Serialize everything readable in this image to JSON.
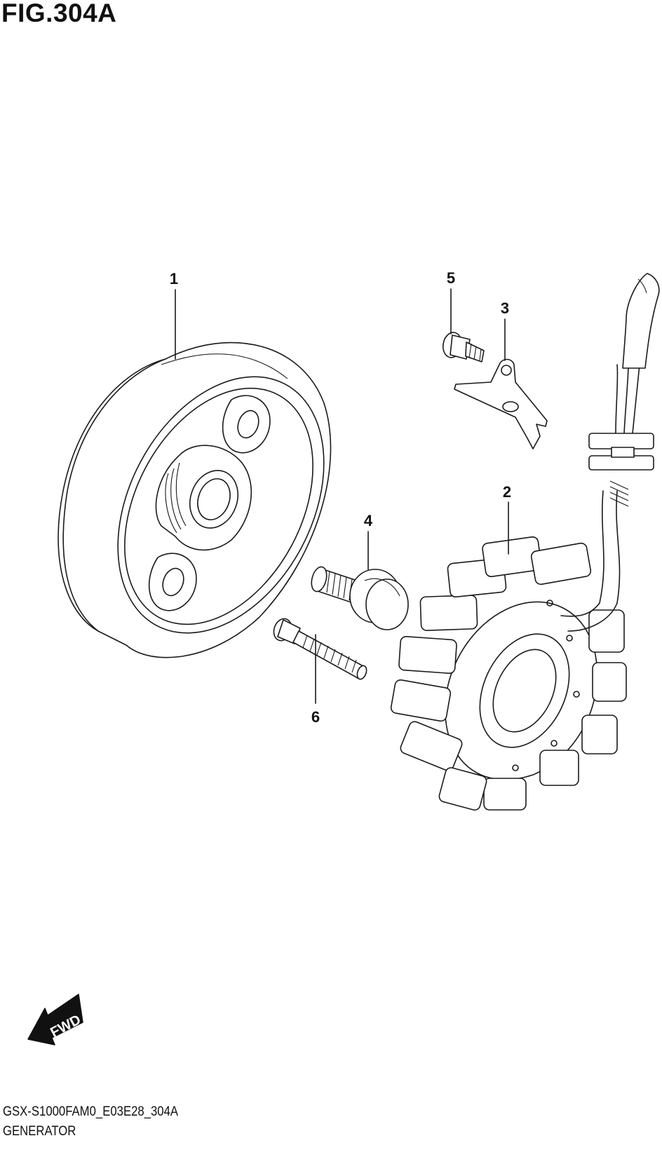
{
  "figure": {
    "title": "FIG.304A",
    "code": "GSX-S1000FAM0_E03E28_304A",
    "name": "GENERATOR"
  },
  "callouts": [
    {
      "id": "1",
      "label": "1"
    },
    {
      "id": "2",
      "label": "2"
    },
    {
      "id": "3",
      "label": "3"
    },
    {
      "id": "4",
      "label": "4"
    },
    {
      "id": "5",
      "label": "5"
    },
    {
      "id": "6",
      "label": "6"
    }
  ],
  "direction_marker": {
    "label": "FWD",
    "icon": "fwd-arrow-icon"
  }
}
